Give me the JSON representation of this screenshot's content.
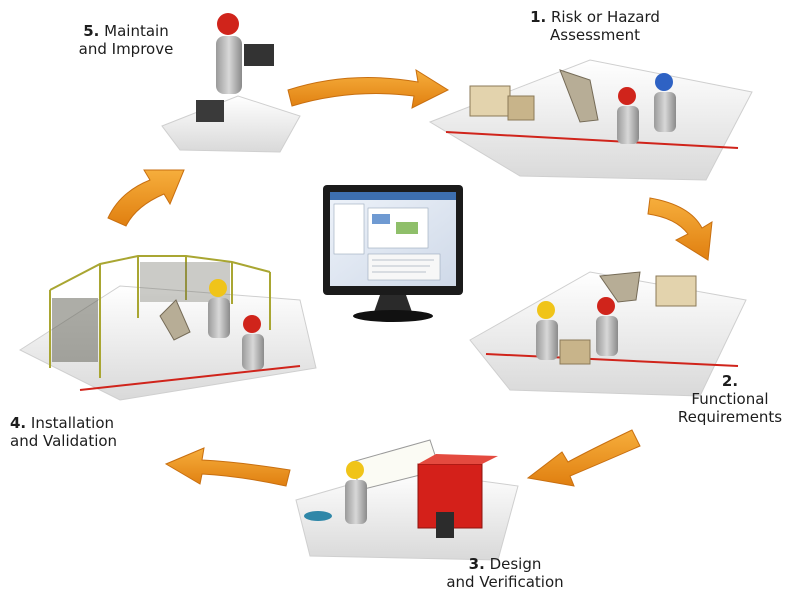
{
  "steps": [
    {
      "number": "1.",
      "title_line1": "Risk or Hazard",
      "title_line2": "Assessment"
    },
    {
      "number": "2.",
      "title_line1": "Functional",
      "title_line2": "Requirements"
    },
    {
      "number": "3.",
      "title_line1": "Design",
      "title_line2": "and Verification"
    },
    {
      "number": "4.",
      "title_line1": "Installation",
      "title_line2": "and Validation"
    },
    {
      "number": "5.",
      "title_line1": "Maintain",
      "title_line2": "and Improve"
    }
  ],
  "colors": {
    "arrow": "#f0951e",
    "arrow_dark": "#d27612",
    "platform": "#f4f4f4",
    "hat_red": "#d0241b",
    "hat_blue": "#2e62c4",
    "hat_yellow": "#f0c419",
    "cabinet_red": "#d4201a"
  },
  "icons": [
    "orange-arrow",
    "worker-figure",
    "computer-monitor",
    "robot-arm",
    "drafting-table",
    "red-cabinet",
    "safety-fence"
  ]
}
